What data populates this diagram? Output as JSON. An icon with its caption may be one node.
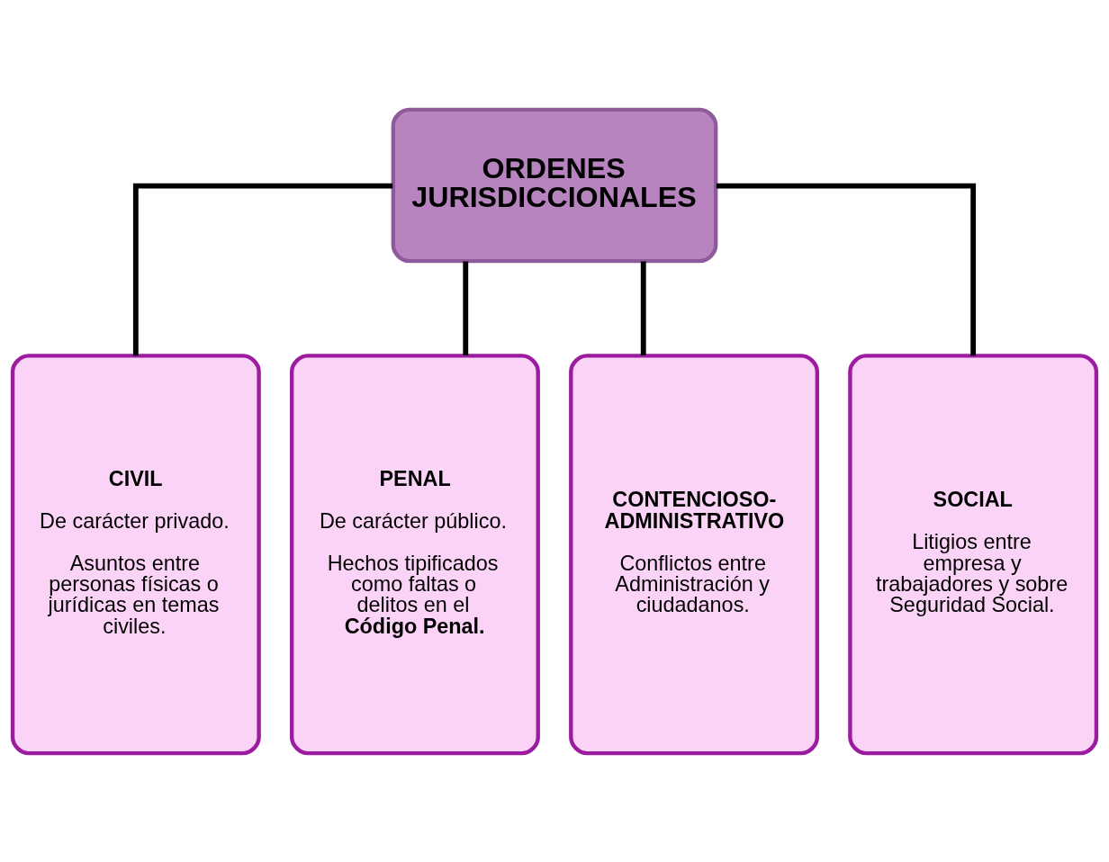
{
  "diagram": {
    "nodes": [
      {
        "text": [
          "ORDENES JURISDICCIONALES"
        ]
      },
      {
        "text": [
          "CIVIL",
          "De carácter privado.",
          "Asuntos entre personas físicas o jurídicas en temas civiles."
        ]
      },
      {
        "text": [
          "PENAL",
          "De carácter público.",
          "Hechos tipificados como faltas o delitos en el **Código Penal.**"
        ]
      },
      {
        "text": [
          "CONTENCIOSO- ADMINISTRATIVO",
          "Conflictos entre Administración y ciudadanos."
        ]
      },
      {
        "text": [
          "SOCIAL",
          "Litigios entre empresa y trabajadores y sobre Seguridad Social."
        ]
      }
    ],
    "edges": [
      {
        "from": 0,
        "to": 1,
        "arrow": "none"
      },
      {
        "from": 0,
        "to": 2,
        "arrow": "none"
      },
      {
        "from": 0,
        "to": 3,
        "arrow": "none"
      },
      {
        "from": 0,
        "to": 4,
        "arrow": "none"
      }
    ]
  }
}
